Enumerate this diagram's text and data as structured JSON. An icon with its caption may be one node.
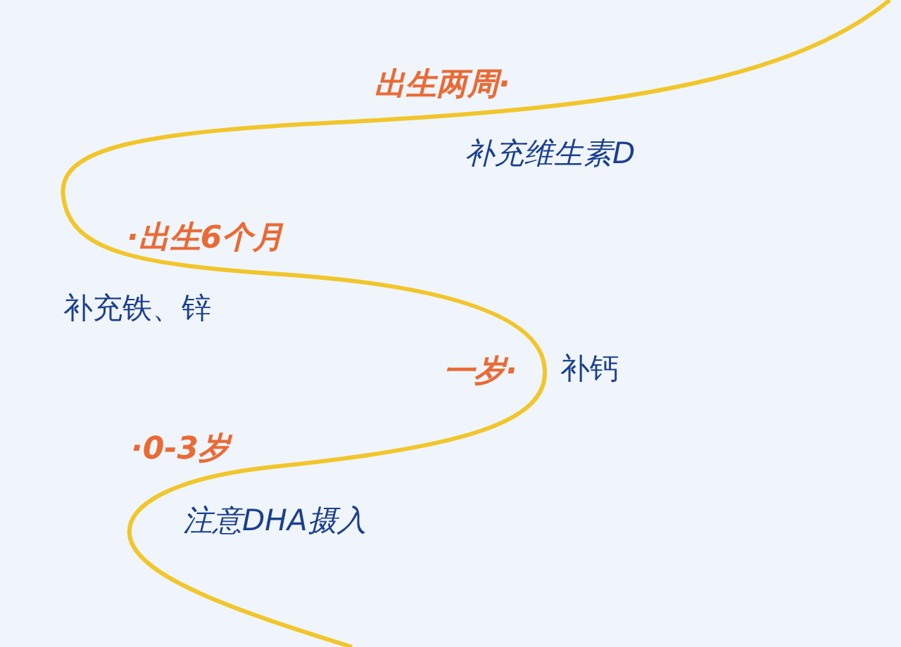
{
  "diagram": {
    "labels": [
      "出生两周·",
      "补充维生素D",
      "·出生6个月",
      "补充铁、锌",
      "一岁·",
      "补钙",
      "·0-3岁",
      "注意DHA摄入"
    ]
  }
}
